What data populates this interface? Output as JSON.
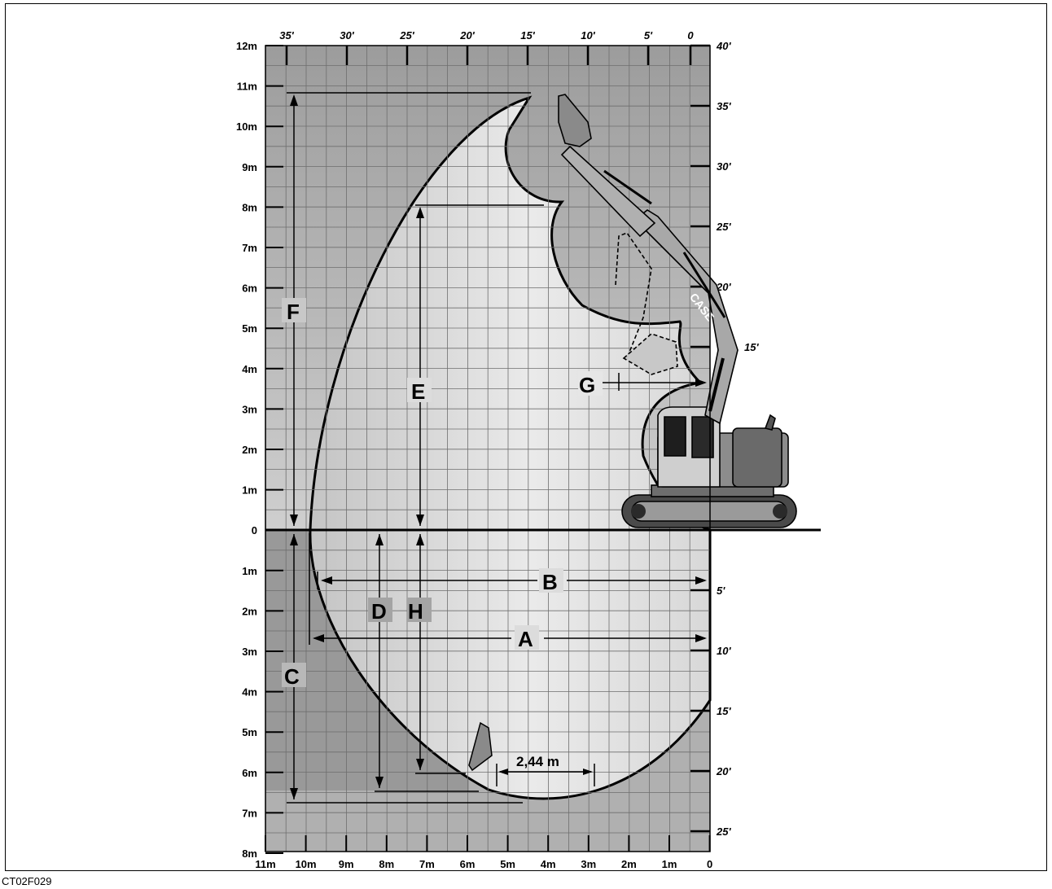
{
  "diagram": {
    "left_axis_labels": [
      "12m",
      "11m",
      "10m",
      "9m",
      "8m",
      "7m",
      "6m",
      "5m",
      "4m",
      "3m",
      "2m",
      "1m",
      "0",
      "1m",
      "2m",
      "3m",
      "4m",
      "5m",
      "6m",
      "7m",
      "8m"
    ],
    "bottom_axis_labels": [
      "11m",
      "10m",
      "9m",
      "8m",
      "7m",
      "6m",
      "5m",
      "4m",
      "3m",
      "2m",
      "1m",
      "0"
    ],
    "top_axis_labels": [
      "35'",
      "30'",
      "25'",
      "20'",
      "15'",
      "10'",
      "5'",
      "0"
    ],
    "right_axis_upper_labels": [
      "40'",
      "35'",
      "30'",
      "25'",
      "20'",
      "15'"
    ],
    "right_axis_lower_labels": [
      "5'",
      "10'",
      "15'",
      "20'",
      "25'"
    ],
    "dimension_letters": {
      "A": "A",
      "B": "B",
      "C": "C",
      "D": "D",
      "E": "E",
      "F": "F",
      "G": "G",
      "H": "H"
    },
    "bucket_width_label": "2,44 m",
    "machine_brand": "CASE",
    "figure_code": "CT02F029"
  },
  "colors": {
    "grid_fill": "#b5b5b5",
    "envelope_fill": "#d6d6d6",
    "shade_band": "#999999",
    "line": "#000000"
  }
}
